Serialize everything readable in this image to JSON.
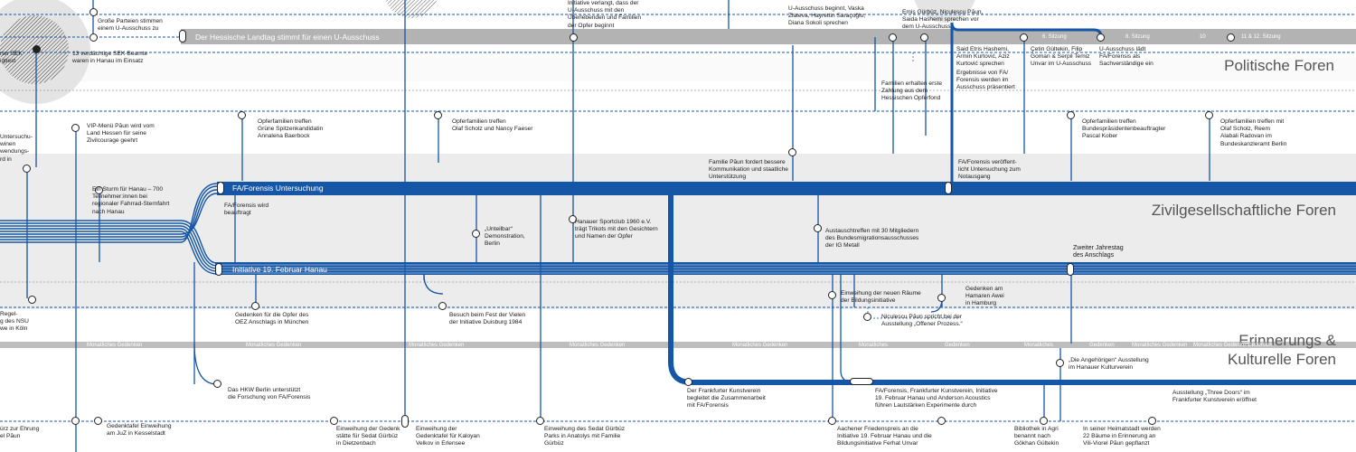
{
  "colors": {
    "blue": "#1556a6",
    "gray": "#b9b9b9",
    "band": "#ececec",
    "dark": "#222222"
  },
  "sections": {
    "politische": "Politische Foren",
    "zivil": "Zivilgesellschaftliche Foren",
    "erinnerung": "Erinnerungs &\nKulturelle Foren"
  },
  "bands": {
    "landtag": "Der Hessische Landtag stimmt für einen U-Ausschuss",
    "fa": "FA/Forensis Untersuchung",
    "fa_bold": "Untersuchung",
    "initiative": "Initiative 19. Februar Hanau"
  },
  "sessions": [
    "6. Sitzung",
    "8. Sitzung",
    "10",
    "11 & 12. Sitzung"
  ],
  "monthly": [
    "Monatliches Gedenken",
    "Monatliches Gedenken",
    "Monatliches Gedenken",
    "Monatliches Gedenken",
    "Monatliches Gedenken",
    "Monatliches Gedenken",
    "Monatliches",
    "Gedenken",
    "Monatliches",
    "Gedenken",
    "Monatliches Gedenken",
    "Gedenken"
  ],
  "events": [
    {
      "id": "ev01",
      "text": "Große Parteien stimmen\neinem U-Ausschuss zu"
    },
    {
      "id": "ev02",
      "text": "rter SEK\nigtiest"
    },
    {
      "id": "ev03",
      "text": "13 verdächtige SEK-Beamte\nwaren in Hanau im Einsatz"
    },
    {
      "id": "ev04",
      "text": "Initiative verlangt, dass der\nU-Ausschuss mit den\nÜberlebenden und Familien\nder Opfer beginnt"
    },
    {
      "id": "ev05",
      "text": "U-Ausschuss beginnt, Vaska\nZlateva, Hayrettin Saraçoğlu,\nDiana Sokoli sprechen"
    },
    {
      "id": "ev06",
      "text": "Emiş Gürbüz, Niculescu Păun,\nSaida Hashemi sprechen vor\ndem U-Ausschuss"
    },
    {
      "id": "ev07",
      "text": "Said Etris Hashemi,\nArmin Kurtović, Aziz\nKurtović sprechen"
    },
    {
      "id": "ev08",
      "text": "Çetin Gültekin, Filip\nGoman & Serpil Temiz\nUnvar im U-Ausschuss"
    },
    {
      "id": "ev09",
      "text": "U-Ausschuss lädt\nFA/Forensis als\nSachverständige ein"
    },
    {
      "id": "ev10",
      "text": "Ergebnisse von FA/\nForensis werden im\nAusschuss präsentiert"
    },
    {
      "id": "ev11",
      "text": "Familien erhalten erste\nZahlung aus dem\nHessischen Opferfond"
    },
    {
      "id": "ev12",
      "text": "VIP-Menü Păun wird vom\nLand Hessen für seine\nZivilcourage geehrt"
    },
    {
      "id": "ev13",
      "text": "Opferfamilien treffen\nGrüne Spitzenkandidatin\nAnnalena Baerbock"
    },
    {
      "id": "ev14",
      "text": "Opferfamilien treffen\nOlaf Scholz und Nancy Faeser"
    },
    {
      "id": "ev15",
      "text": "Opferfamilien treffen\nBundespräsidenten​beauftragter\nPascal Kober"
    },
    {
      "id": "ev16",
      "text": "Opferfamilien treffen mit\nOlaf Scholz, Reem\nAlabali Radovan im\nBundeskanzleramt Berlin"
    },
    {
      "id": "ev17",
      "text": "Untersuchu-\nwinen\nwendungs-\nrd in"
    },
    {
      "id": "ev18",
      "text": "Ein Sturm für Hanau – 700\nTeilnehmer:innen bei\nregionaler Fahrrad-Sternfahrt\nnach Hanau"
    },
    {
      "id": "ev19",
      "text": "Familie Păun fordert bessere\nKommunikation und staatliche\nUnterstützung"
    },
    {
      "id": "ev20",
      "text": "FA/Forensis veröffent-\nlicht Untersuchung zum\nNotausgang"
    },
    {
      "id": "ev21",
      "text": "FA/Forensis wird\nbeauftragt"
    },
    {
      "id": "ev22",
      "text": "„Unteilbar“\nDemonstration,\nBerlin"
    },
    {
      "id": "ev23",
      "text": "Hanauer Sportclub 1960 e.V.\nträgt Trikots mit den Gesichtern\nund Namen der Opfer"
    },
    {
      "id": "ev24",
      "text": "Austauschtreffen mit 30 Mitgliedern\ndes Bundesmigrationsausschusses\nder IG Metall"
    },
    {
      "id": "ev25",
      "text": "Zweiter Jahrestag\ndes Anschlags"
    },
    {
      "id": "ev26",
      "text": "Einweihung der neuen Räume\nder Bildungsinitiative"
    },
    {
      "id": "ev27",
      "text": "Gedenken am\nHamaren Awei\nin Hamburg"
    },
    {
      "id": "ev28",
      "text": "Niculescu Păun spricht bei der\nAusstellung „Offener Prozess.“"
    },
    {
      "id": "ev29",
      "text": "Gedenken für die Opfer des\nOEZ Anschlags in München"
    },
    {
      "id": "ev30",
      "text": "Besuch beim Fest der Vielen\nder Initiative Duisburg 1984"
    },
    {
      "id": "ev31",
      "text": "Regel-\ng des NSU\nwe in Köln"
    },
    {
      "id": "ev32",
      "text": "„Die Angehörigen“ Ausstellung\nim Hanauer Kulturverein"
    },
    {
      "id": "ev33",
      "text": "Das HKW Berlin unterstützt\ndie Forschung von FA/Forensis"
    },
    {
      "id": "ev34",
      "text": "Der Frankfurter Kunstverein\nbegleitet die Zusammenarbeit\nmit FA/Forensis"
    },
    {
      "id": "ev35",
      "text": "FA/Forensis, Frankfurter Kunstverein, Initiative\n19. Februar Hanau und Anderson Acoustics\nführen Lautstärken Experimente durch"
    },
    {
      "id": "ev36",
      "text": "Ausstellung „Three Doors“ im\nFrankfurter Kunstverein eröffnet"
    },
    {
      "id": "ev37",
      "text": "Gedenktafel Einweihung\nam JuZ in Kesselstadt"
    },
    {
      "id": "ev38",
      "text": "Einweihung der Gedenk\nstätte für Sedat Gürbüz\nin Dietzenbach"
    },
    {
      "id": "ev39",
      "text": "Einweihung der\nGedenktafel für Kaloyan\nVelkov in Erlensee"
    },
    {
      "id": "ev40",
      "text": "Einweihung des Sedat Gürbüz\nParks in Anatolys mit Familie\nGürbüz"
    },
    {
      "id": "ev41",
      "text": "Aachener Friedenspreis an die\nInitiative 19. Februar Hanau und die\nBildungsinitiative Ferhat Unvar"
    },
    {
      "id": "ev42",
      "text": "Bibliothek in Agri\nbenannt nach\nGökhan Gültekin"
    },
    {
      "id": "ev43",
      "text": "In seiner Heimatstadt werden\n22 Bäume in Erinnerung an\nVili-Viorel Păun gepflanzt"
    },
    {
      "id": "ev44",
      "text": "ürz zur Ehrung\nel Păun"
    }
  ]
}
